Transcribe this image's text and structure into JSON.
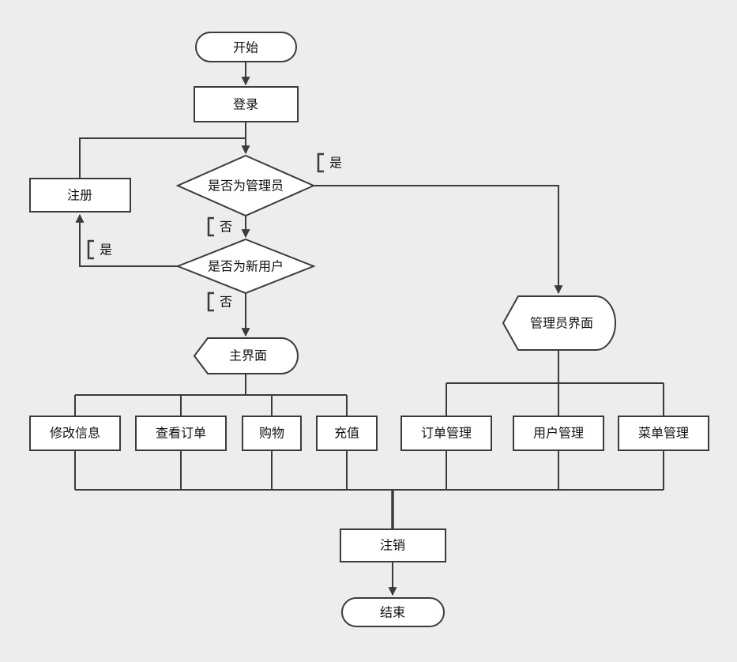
{
  "diagram": {
    "background": "#ededed",
    "stroke_color": "#3b3b3b",
    "shape_fill": "#ffffff",
    "nodes": {
      "start": {
        "label": "开始",
        "shape": "terminator"
      },
      "login": {
        "label": "登录",
        "shape": "rectangle"
      },
      "is_admin": {
        "label": "是否为管理员",
        "shape": "decision"
      },
      "register": {
        "label": "注册",
        "shape": "rectangle"
      },
      "is_new_user": {
        "label": "是否为新用户",
        "shape": "decision"
      },
      "main_ui": {
        "label": "主界面",
        "shape": "display"
      },
      "admin_ui": {
        "label": "管理员界面",
        "shape": "display"
      },
      "modify_info": {
        "label": "修改信息",
        "shape": "rectangle"
      },
      "view_orders": {
        "label": "查看订单",
        "shape": "rectangle"
      },
      "shopping": {
        "label": "购物",
        "shape": "rectangle"
      },
      "recharge": {
        "label": "充值",
        "shape": "rectangle"
      },
      "order_mgmt": {
        "label": "订单管理",
        "shape": "rectangle"
      },
      "user_mgmt": {
        "label": "用户管理",
        "shape": "rectangle"
      },
      "menu_mgmt": {
        "label": "菜单管理",
        "shape": "rectangle"
      },
      "logout": {
        "label": "注销",
        "shape": "rectangle"
      },
      "end": {
        "label": "结束",
        "shape": "terminator"
      }
    },
    "edge_labels": {
      "admin_yes": "是",
      "admin_no": "否",
      "new_user_yes": "是",
      "new_user_no": "否"
    }
  }
}
